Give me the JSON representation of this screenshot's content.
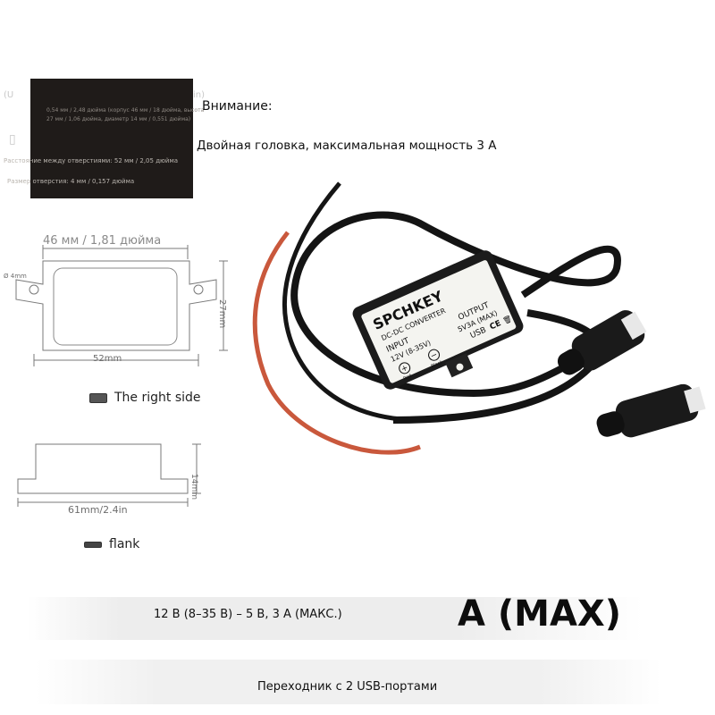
{
  "spec_box": {
    "ghost_top": "(U",
    "ghost_right": "in)",
    "line1": "0,54 мм / 2,48 дюйма (корпус 46 мм / 18 дюйма, высота",
    "line2": "27 мм / 1,06 дюйма, диаметр 14 мм / 0,551 дюйма)",
    "hole_distance": "Расстояние между отверстиями: 52 мм / 2,05 дюйма",
    "hole_size": "Размер отверстия: 4 мм / 0,157 дюйма"
  },
  "notice": {
    "title": "Внимание:",
    "text": "Двойная головка, максимальная мощность 3 А"
  },
  "top_view": {
    "width_label": "46 мм / 1,81 дюйма",
    "height_label": "27mm",
    "hole_label": "Ø 4mm",
    "hole_spacing_label": "52mm"
  },
  "right_side_label": "The right side",
  "side_view": {
    "height_label": "14mm",
    "length_label": "61mm/2.4in"
  },
  "flank_label": "flank",
  "device": {
    "brand": "SPCHKEY",
    "type": "DC-DC CONVERTER",
    "input_title": "INPUT",
    "input_value": "12V (8-35V)",
    "output_title": "OUTPUT",
    "output_value": "5V3A (MAX)",
    "output_port": "USB",
    "red_label": "Red",
    "black_label": "Black",
    "ce_mark": "CE",
    "colors": {
      "case": "#1b1b1b",
      "label": "#f4f4f0",
      "red_wire": "#c9583c",
      "black_wire": "#141414"
    }
  },
  "max_text": "A (MAX)",
  "voltage_text": "12 В (8–35 В) – 5 В, 3 А (МАКС.)",
  "adapter_text": "Переходник с 2 USB-портами"
}
